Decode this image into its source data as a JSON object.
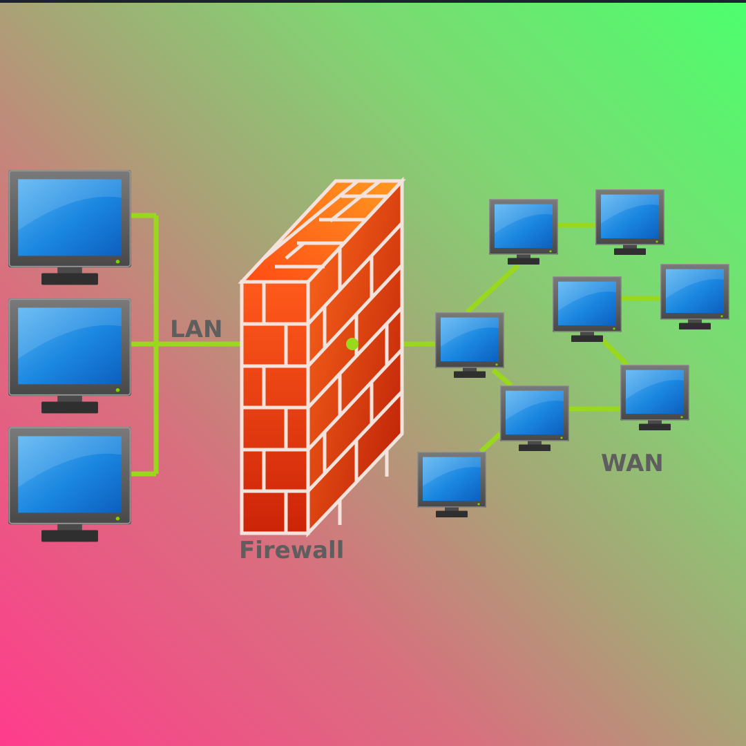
{
  "labels": {
    "lan": "LAN",
    "firewall": "Firewall",
    "wan": "WAN"
  },
  "colors": {
    "link": "#9ad81e",
    "label": "#5e5e5e",
    "screen": "#1a86e0",
    "bezel": "#5b5b5b",
    "brick": "#e83010"
  },
  "icons": {
    "computer": "computer-icon",
    "firewall": "brick-wall-icon"
  }
}
